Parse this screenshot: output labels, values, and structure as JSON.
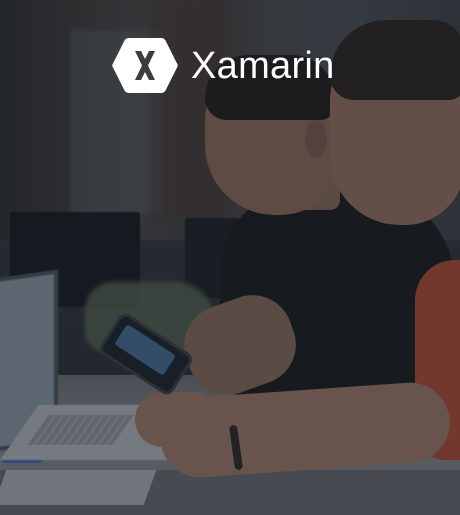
{
  "brand": {
    "name": "Xamarin",
    "logo_icon": "xamarin-hexagon-x-logo",
    "logo_color": "#ffffff"
  },
  "scene": {
    "icon_names": [
      "laptop-illustration",
      "phone-illustration"
    ],
    "overlay_color": "#191e28"
  }
}
